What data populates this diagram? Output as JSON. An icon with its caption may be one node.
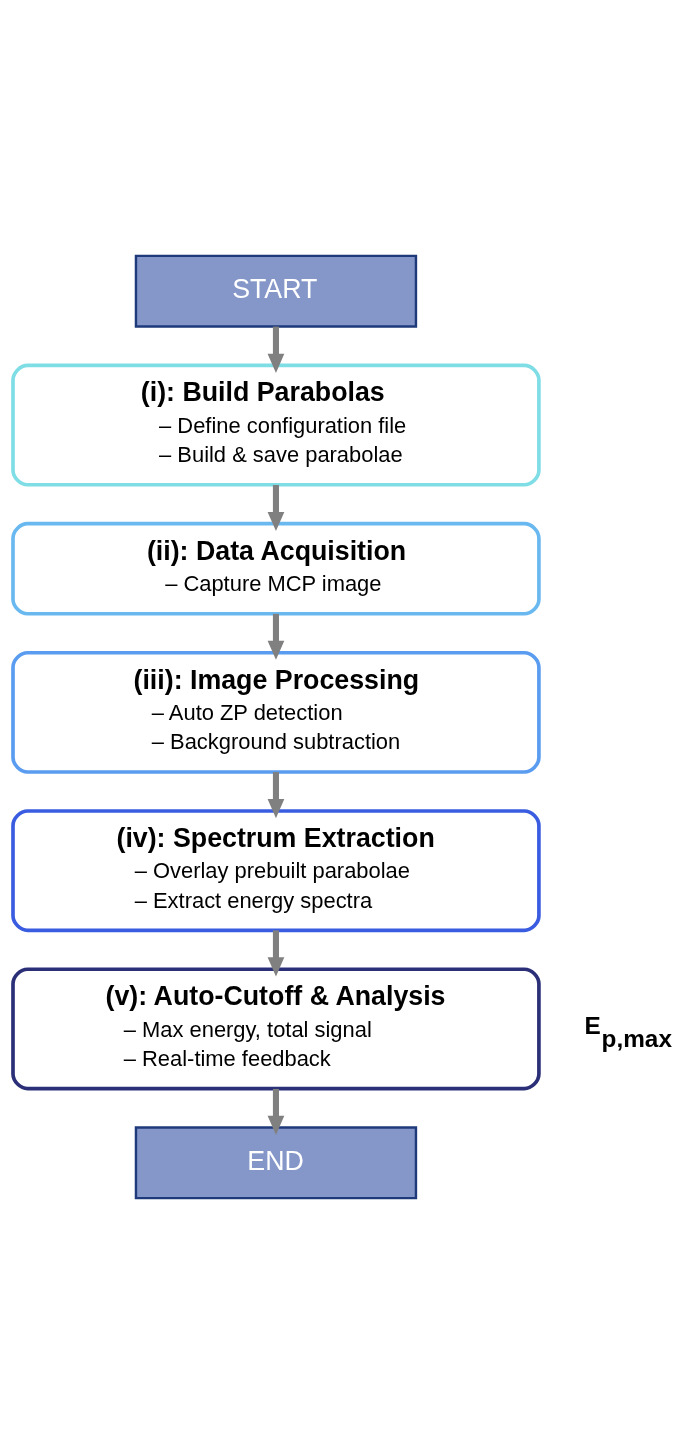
{
  "diagram": {
    "nodes": [
      {
        "text": [
          "START"
        ]
      },
      {
        "text": [
          "(i): Build Parabolas",
          "– Define configuration file",
          "– Build & save parabolae"
        ]
      },
      {
        "text": [
          "(ii): Data Acquisition",
          "– Capture MCP image"
        ]
      },
      {
        "text": [
          "(iii): Image Processing",
          "– Auto ZP detection",
          "– Background subtraction"
        ]
      },
      {
        "text": [
          "(iv): Spectrum Extraction",
          "– Overlay prebuilt parabolae",
          "– Extract energy spectra"
        ]
      },
      {
        "text": [
          "(v): Auto-Cutoff & Analysis",
          "– Max energy, total signal",
          "– Real-time feedback"
        ]
      },
      {
        "text": [
          "END"
        ]
      }
    ],
    "edges": [
      {
        "from": 0,
        "to": 1,
        "arrow": "to"
      },
      {
        "from": 1,
        "to": 2,
        "arrow": "to"
      },
      {
        "from": 2,
        "to": 3,
        "arrow": "to"
      },
      {
        "from": 3,
        "to": 4,
        "arrow": "to"
      },
      {
        "from": 4,
        "to": 5,
        "arrow": "to"
      },
      {
        "from": 5,
        "to": 6,
        "arrow": "to"
      }
    ],
    "labels": [
      "E$_{p,max}$"
    ]
  }
}
